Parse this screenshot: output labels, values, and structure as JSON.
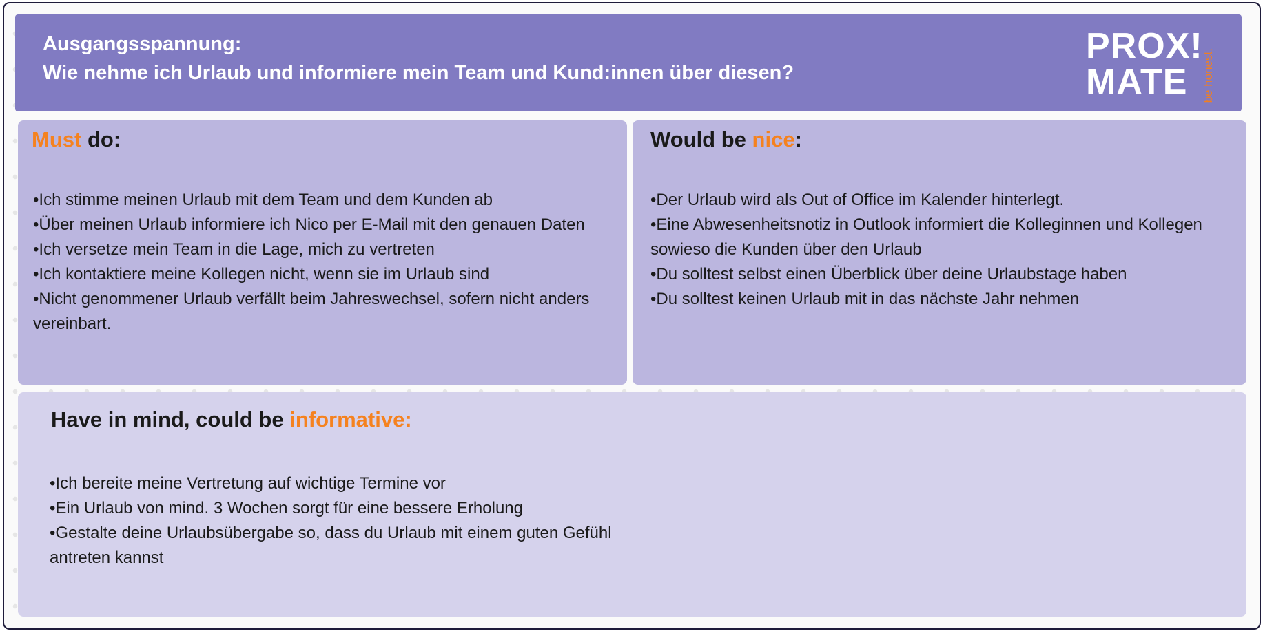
{
  "header": {
    "title_line1": "Ausgangsspannung:",
    "title_line2": "Wie nehme ich Urlaub und informiere mein Team und Kund:innen über diesen?"
  },
  "logo": {
    "line1": "PROX!",
    "line2": "MATE",
    "tagline": "be honest."
  },
  "colors": {
    "header": "#817bc2",
    "box": "#bbb6df",
    "box_light": "#d5d2ec",
    "accent": "#f5821f"
  },
  "must": {
    "heading_accent": "Must",
    "heading_rest": " do:",
    "items": [
      "•Ich stimme meinen Urlaub mit dem Team und dem Kunden ab",
      "•Über meinen Urlaub informiere ich Nico per E-Mail mit den genauen Daten",
      "•Ich versetze mein Team in die Lage, mich zu vertreten",
      "•Ich kontaktiere meine Kollegen nicht, wenn sie im Urlaub sind",
      "•Nicht genommener Urlaub verfällt beim Jahreswechsel, sofern nicht anders vereinbart."
    ]
  },
  "nice": {
    "heading_rest": "Would be ",
    "heading_accent": "nice",
    "heading_end": ":",
    "items": [
      "•Der Urlaub wird als Out of Office im Kalender hinterlegt.",
      "•Eine Abwesenheitsnotiz in Outlook informiert die Kolleginnen und Kollegen sowieso die Kunden über den Urlaub",
      "•Du solltest selbst einen Überblick über deine Urlaubstage haben",
      "•Du solltest keinen Urlaub mit in das nächste Jahr nehmen"
    ]
  },
  "info": {
    "heading_rest": "Have in mind, could be ",
    "heading_accent": "informative:",
    "items": [
      "•Ich bereite meine Vertretung auf wichtige Termine vor",
      "•Ein Urlaub von mind. 3 Wochen sorgt für eine bessere Erholung",
      "•Gestalte deine Urlaubsübergabe so, dass du Urlaub mit einem guten Gefühl antreten kannst"
    ]
  }
}
